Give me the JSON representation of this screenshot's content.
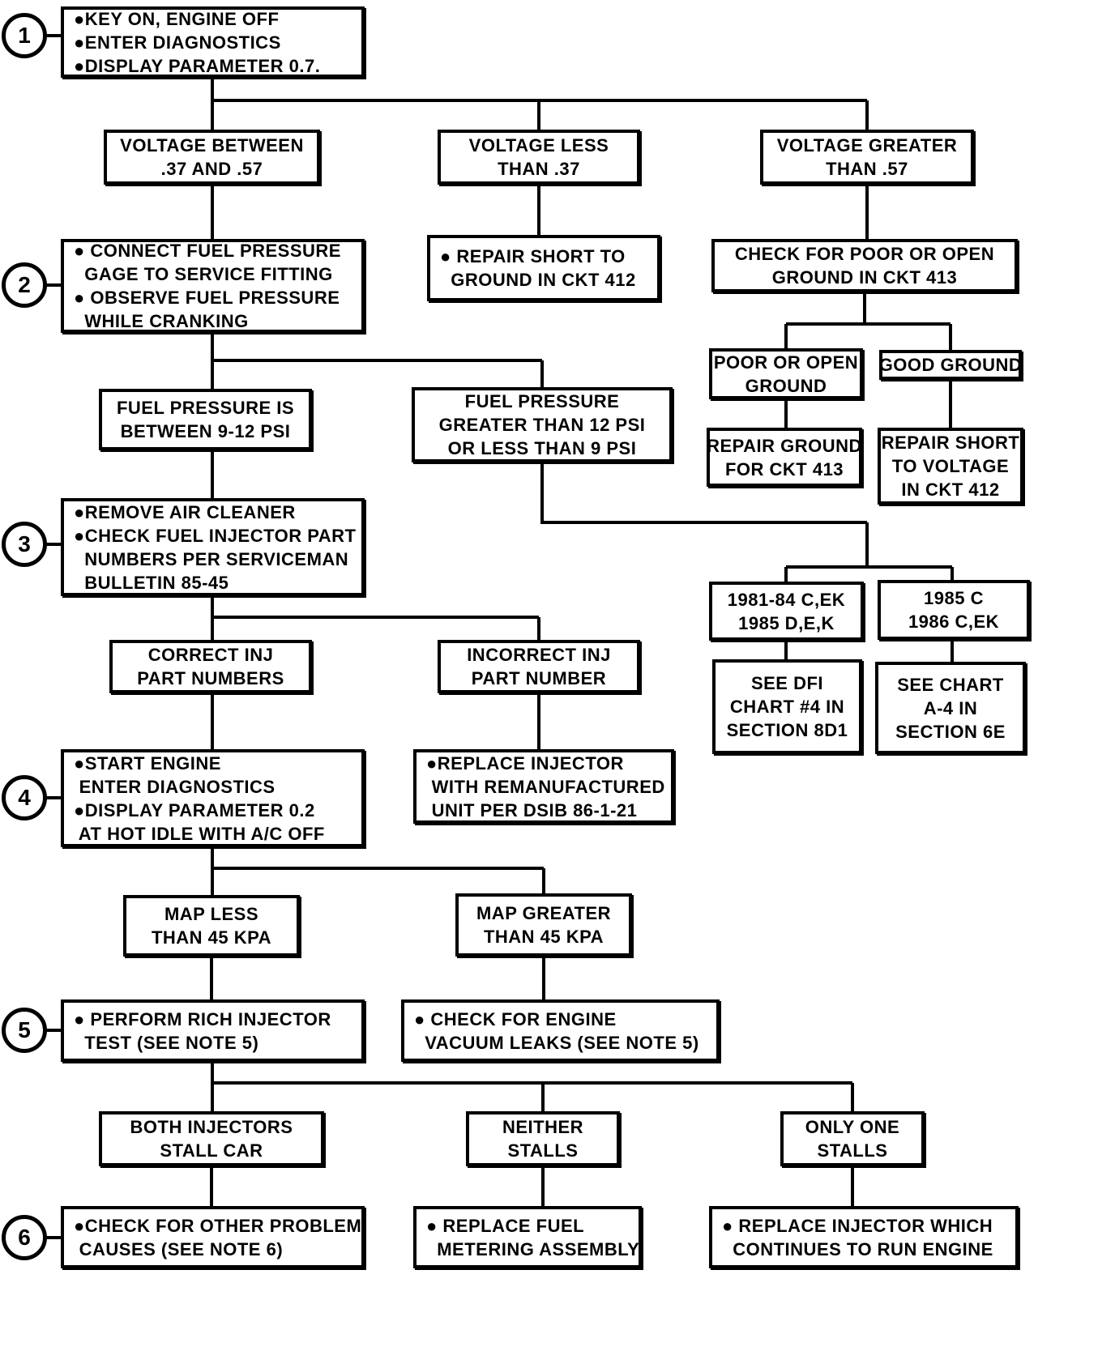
{
  "page": {
    "background": "#ffffff",
    "line_color": "#000000"
  },
  "step_circles": [
    "1",
    "2",
    "3",
    "4",
    "5",
    "6"
  ],
  "boxes": {
    "step1": "●KEY ON, ENGINE OFF\n●ENTER DIAGNOSTICS\n●DISPLAY PARAMETER 0.7.",
    "voltage_between": "VOLTAGE BETWEEN\n.37 AND .57",
    "voltage_less": "VOLTAGE LESS\nTHAN .37",
    "voltage_greater": "VOLTAGE GREATER\nTHAN .57",
    "step2": "● CONNECT FUEL PRESSURE\n  GAGE TO SERVICE FITTING\n● OBSERVE FUEL PRESSURE\n  WHILE CRANKING",
    "repair_short_ground": "● REPAIR SHORT TO\n  GROUND IN CKT 412",
    "check_ground": "CHECK FOR POOR OR OPEN\nGROUND IN CKT 413",
    "poor_ground": "POOR OR OPEN\nGROUND",
    "good_ground": "GOOD GROUND",
    "repair_ground": "REPAIR GROUND\nFOR CKT 413",
    "repair_short_voltage": "REPAIR SHORT\nTO VOLTAGE\nIN CKT 412",
    "fuel_pressure_ok": "FUEL PRESSURE IS\nBETWEEN 9-12 PSI",
    "fuel_pressure_bad": "FUEL PRESSURE\nGREATER THAN 12 PSI\nOR LESS THAN 9 PSI",
    "step3": "●REMOVE AIR CLEANER\n●CHECK FUEL INJECTOR PART\n  NUMBERS PER SERVICEMAN\n  BULLETIN 85-45",
    "models_a": "1981-84 C,EK\n1985 D,E,K",
    "models_b": "1985 C\n1986 C,EK",
    "see_dfi": "SEE DFI\nCHART #4 IN\nSECTION 8D1",
    "see_chart_a4": "SEE CHART\nA-4 IN\nSECTION 6E",
    "correct_inj": "CORRECT INJ\nPART NUMBERS",
    "incorrect_inj": "INCORRECT INJ\nPART NUMBER",
    "step4": "●START ENGINE\n ENTER DIAGNOSTICS\n●DISPLAY PARAMETER 0.2\n AT HOT IDLE WITH A/C OFF",
    "replace_injector": "●REPLACE INJECTOR\n WITH REMANUFACTURED\n UNIT PER DSIB 86-1-21",
    "map_less": "MAP LESS\nTHAN 45 KPA",
    "map_greater": "MAP GREATER\nTHAN 45 KPA",
    "step5": "● PERFORM RICH INJECTOR\n  TEST (SEE NOTE 5)",
    "check_vacuum": "● CHECK FOR ENGINE\n  VACUUM LEAKS (SEE NOTE 5)",
    "both_stall": "BOTH INJECTORS\nSTALL CAR",
    "neither_stalls": "NEITHER\nSTALLS",
    "only_one_stalls": "ONLY ONE\nSTALLS",
    "step6": "●CHECK FOR OTHER PROBLEM\n CAUSES (SEE NOTE 6)",
    "replace_metering": "● REPLACE FUEL\n  METERING ASSEMBLY",
    "replace_run": "● REPLACE INJECTOR WHICH\n  CONTINUES TO RUN ENGINE"
  },
  "edges": [
    {
      "from": "step1",
      "to": [
        "voltage_between",
        "voltage_less",
        "voltage_greater"
      ]
    },
    {
      "from": "voltage_between",
      "to": [
        "step2"
      ]
    },
    {
      "from": "voltage_less",
      "to": [
        "repair_short_ground"
      ]
    },
    {
      "from": "voltage_greater",
      "to": [
        "check_ground"
      ]
    },
    {
      "from": "check_ground",
      "to": [
        "poor_ground",
        "good_ground"
      ]
    },
    {
      "from": "poor_ground",
      "to": [
        "repair_ground"
      ]
    },
    {
      "from": "good_ground",
      "to": [
        "repair_short_voltage"
      ]
    },
    {
      "from": "step2",
      "to": [
        "fuel_pressure_ok",
        "fuel_pressure_bad"
      ]
    },
    {
      "from": "fuel_pressure_ok",
      "to": [
        "step3"
      ]
    },
    {
      "from": "fuel_pressure_bad",
      "to": [
        "models_a",
        "models_b"
      ]
    },
    {
      "from": "models_a",
      "to": [
        "see_dfi"
      ]
    },
    {
      "from": "models_b",
      "to": [
        "see_chart_a4"
      ]
    },
    {
      "from": "step3",
      "to": [
        "correct_inj",
        "incorrect_inj"
      ]
    },
    {
      "from": "correct_inj",
      "to": [
        "step4"
      ]
    },
    {
      "from": "incorrect_inj",
      "to": [
        "replace_injector"
      ]
    },
    {
      "from": "step4",
      "to": [
        "map_less",
        "map_greater"
      ]
    },
    {
      "from": "map_less",
      "to": [
        "step5"
      ]
    },
    {
      "from": "map_greater",
      "to": [
        "check_vacuum"
      ]
    },
    {
      "from": "step5",
      "to": [
        "both_stall",
        "neither_stalls",
        "only_one_stalls"
      ]
    },
    {
      "from": "both_stall",
      "to": [
        "step6"
      ]
    },
    {
      "from": "neither_stalls",
      "to": [
        "replace_metering"
      ]
    },
    {
      "from": "only_one_stalls",
      "to": [
        "replace_run"
      ]
    }
  ]
}
